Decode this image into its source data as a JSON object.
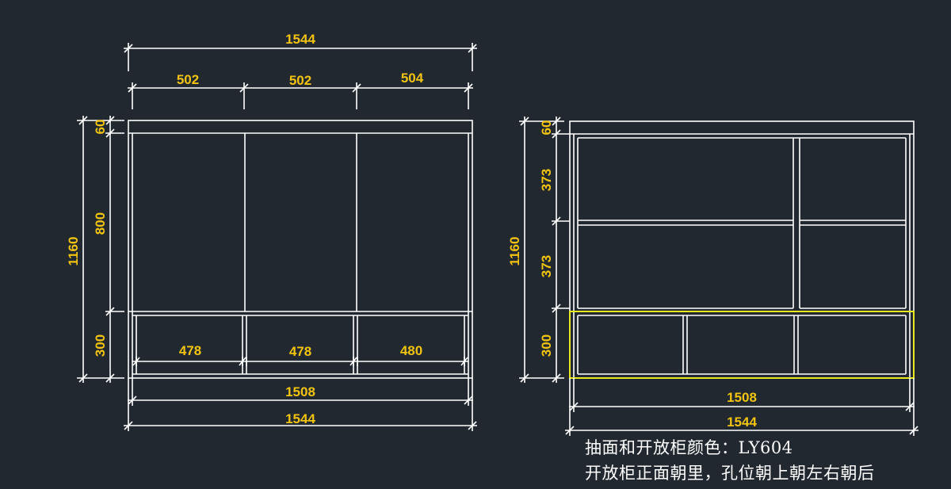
{
  "drawing": {
    "left_view": {
      "overall_width": "1544",
      "top_widths": [
        "502",
        "502",
        "504"
      ],
      "overall_height": "1160",
      "heights": [
        "60",
        "800",
        "300"
      ],
      "drawer_widths": [
        "478",
        "478",
        "480"
      ],
      "inner_width": "1508",
      "bottom_width": "1544"
    },
    "right_view": {
      "overall_height": "1160",
      "heights": [
        "60",
        "373",
        "373",
        "300"
      ],
      "inner_width": "1508",
      "overall_width": "1544"
    },
    "notes": {
      "line1": "抽面和开放柜颜色：LY604",
      "line2": "开放柜正面朝里，孔位朝上朝左右朝后"
    },
    "colors": {
      "background": "#212830",
      "lines": "#ffffff",
      "dimension_text": "#f2c40f",
      "highlight": "#e8e820"
    }
  }
}
